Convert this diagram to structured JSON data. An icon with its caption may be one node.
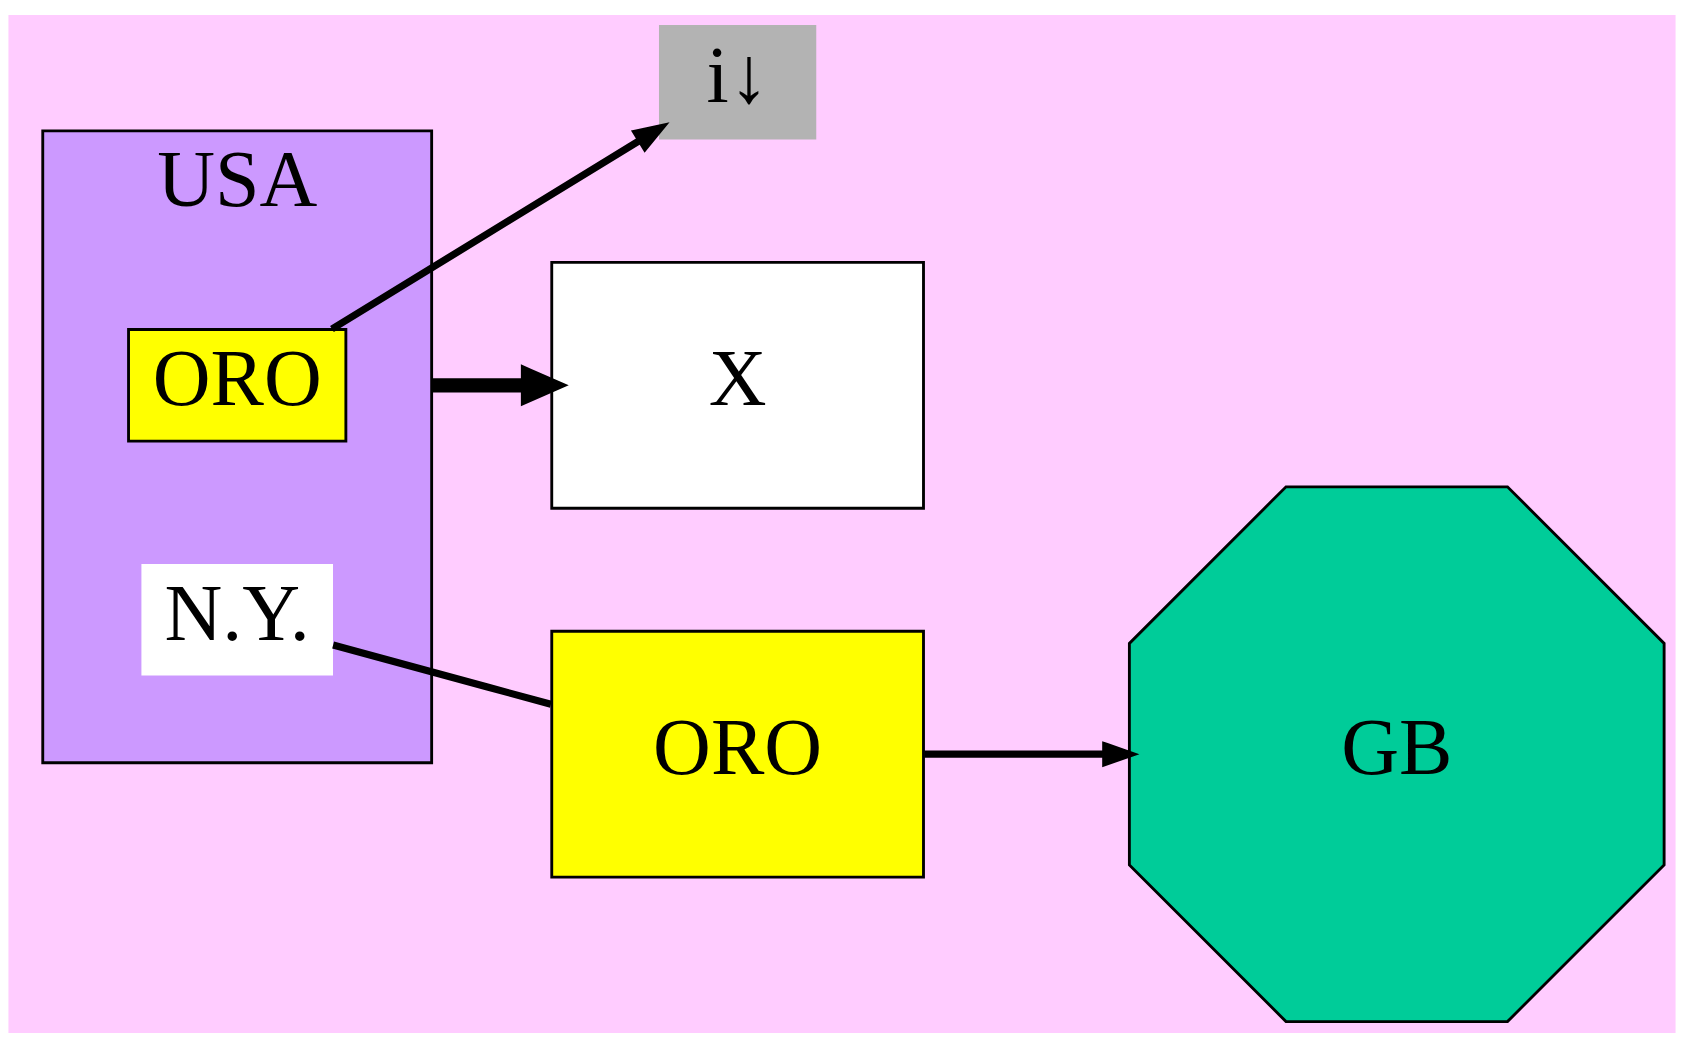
{
  "diagram": {
    "nodes": [
      {
        "text": [
          "USA"
        ]
      },
      {
        "text": [
          "ORO"
        ],
        "in": 0
      },
      {
        "text": [
          "i↓"
        ]
      },
      {
        "text": [
          "N.Y."
        ],
        "in": 0
      },
      {
        "text": [
          "ORO"
        ]
      },
      {
        "text": [
          "GB"
        ]
      },
      {
        "text": [
          "X"
        ]
      }
    ],
    "edges": [
      {
        "from": 1,
        "to": 2,
        "arrow": "to"
      },
      {
        "from": 3,
        "to": 4,
        "arrow": "none"
      },
      {
        "from": 4,
        "to": 5,
        "arrow": "to"
      },
      {
        "from": 0,
        "to": 6,
        "arrow": "to",
        "style": "thick"
      }
    ]
  }
}
